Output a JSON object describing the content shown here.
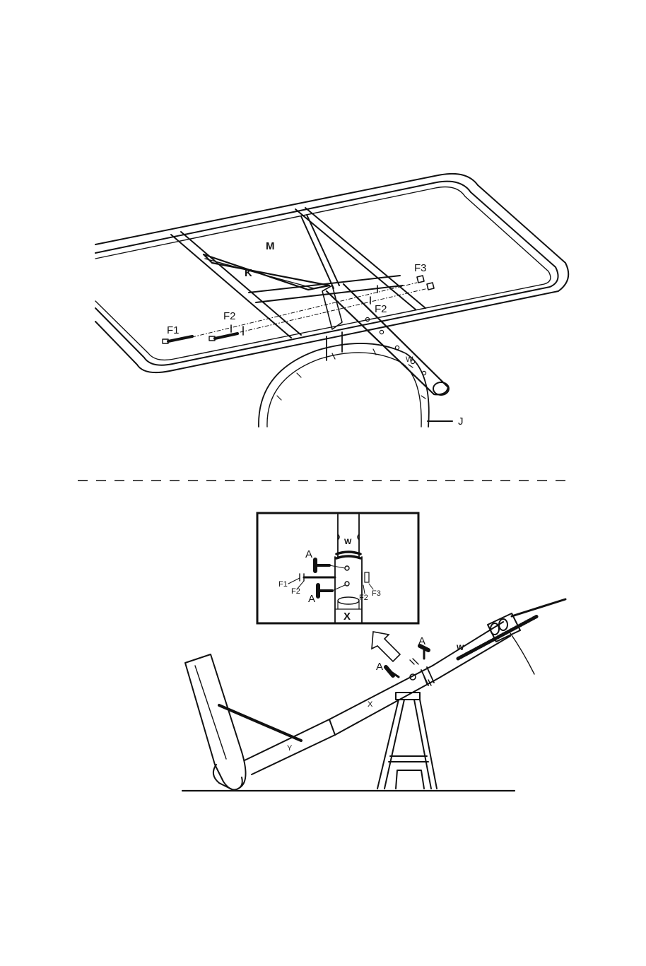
{
  "top_diagram": {
    "labels": {
      "m": "M",
      "k": "K",
      "f1": "F1",
      "f2_left": "F2",
      "f2_right": "F2",
      "f3": "F3",
      "w": "W",
      "j": "J"
    }
  },
  "bottom_diagram": {
    "inset_labels": {
      "w": "W",
      "x": "X",
      "a_top": "A",
      "a_bottom": "A",
      "f1": "F1",
      "f2_left": "F2",
      "f2_right": "F2",
      "f3": "F3"
    },
    "main_labels": {
      "a_left": "A",
      "a_right": "A",
      "w": "W",
      "x": "X",
      "y": "Y"
    }
  }
}
